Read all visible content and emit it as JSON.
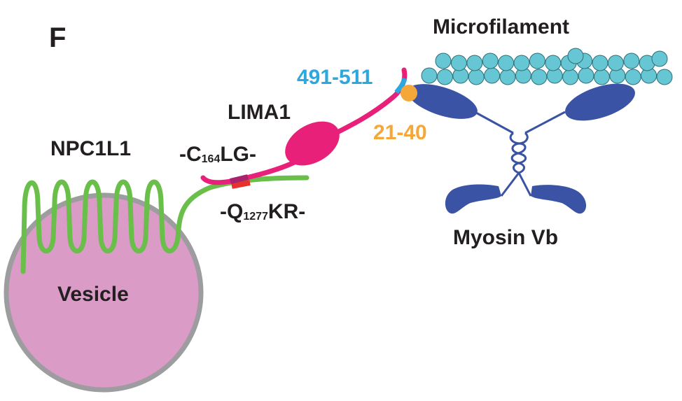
{
  "figure": {
    "panel_label": "F",
    "labels": {
      "microfilament": "Microfilament",
      "lima1": "LIMA1",
      "npc1l1": "NPC1L1",
      "vesicle": "Vesicle",
      "myosin": "Myosin Vb",
      "lima1_region": "491-511",
      "myosin_region": "21-40",
      "clg_motif": {
        "prefix": "-C",
        "sub": "164",
        "suffix": "LG-"
      },
      "qkr_motif": {
        "prefix": "-Q",
        "sub": "1277",
        "suffix": "KR-"
      }
    },
    "colors": {
      "text": "#231f20",
      "npc1l1": "#6abf4b",
      "lima1": "#e8207a",
      "vesicle_fill": "#da9bc7",
      "vesicle_border": "#9d9d9f",
      "myosin": "#3a53a4",
      "actin": "#66c6d3",
      "actin_border": "#2f6f78",
      "region_491_511": "#2ca8de",
      "region_21_40": "#f5a83a",
      "crosslink_lima1": "#a8226e",
      "crosslink_npc1l1": "#e8302d"
    }
  }
}
